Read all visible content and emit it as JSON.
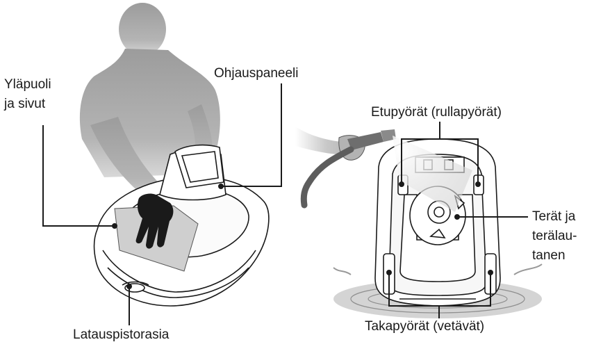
{
  "labels": {
    "top_and_sides_line1": "Yläpuoli",
    "top_and_sides_line2": "ja sivut",
    "control_panel": "Ohjauspaneeli",
    "charging_socket": "Latauspistorasia",
    "front_wheels": "Etupyörät (rullapyörät)",
    "blades_line1": "Terät ja",
    "blades_line2": "terälau-",
    "blades_line3": "tanen",
    "rear_wheels": "Takapyörät (vetävät)"
  },
  "colors": {
    "silhouette": "#a9a9a9",
    "line": "#1a1a1a",
    "cloth": "#cfcfcf",
    "water": "#c9c9c9"
  }
}
